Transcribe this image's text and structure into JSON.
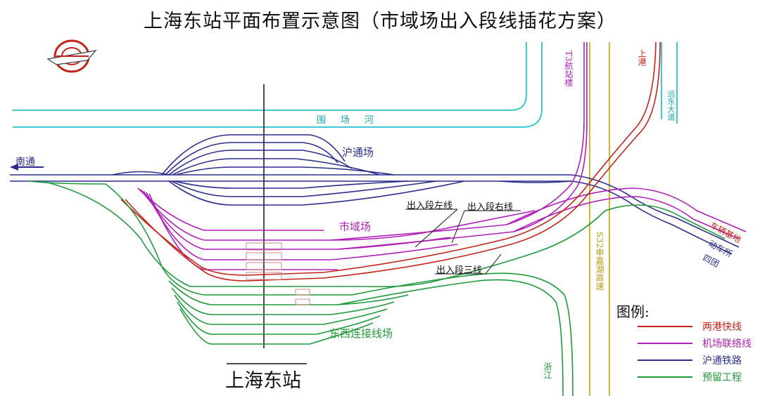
{
  "title": "上海东站平面布置示意图（市域场出入段线插花方案）",
  "station_name": "上海东站",
  "labels": {
    "nantong": "南通",
    "hutong_yard": "沪通场",
    "shiyu_yard": "市域场",
    "dongxi_yard": "东西连接线场",
    "weichang_river": "围　场　河",
    "exit_left": "出入段左线",
    "exit_right": "出入段右线",
    "exit_three": "出入段三线",
    "t3_station": "T3航站楼",
    "shanggang": "上港",
    "s32": "S32申嘉湖高速",
    "depot_base": "车辆基地",
    "eng_depot": "动车所",
    "sitanqu": "四团",
    "zhejiang": "浙江",
    "cyan_road": "远东大道"
  },
  "legend": {
    "title": "图例:",
    "items": [
      {
        "name": "两港快线",
        "color": "#c2241b"
      },
      {
        "name": "机场联络线",
        "color": "#b01fb8"
      },
      {
        "name": "沪通铁路",
        "color": "#2b2d8c"
      },
      {
        "name": "预留工程",
        "color": "#1e9a3a"
      }
    ]
  },
  "colors": {
    "cyan": "#3fc9d0",
    "blue": "#2b2d8c",
    "magenta": "#b01fb8",
    "green": "#1e9a3a",
    "red": "#c2241b",
    "yellow": "#d8b52a"
  }
}
